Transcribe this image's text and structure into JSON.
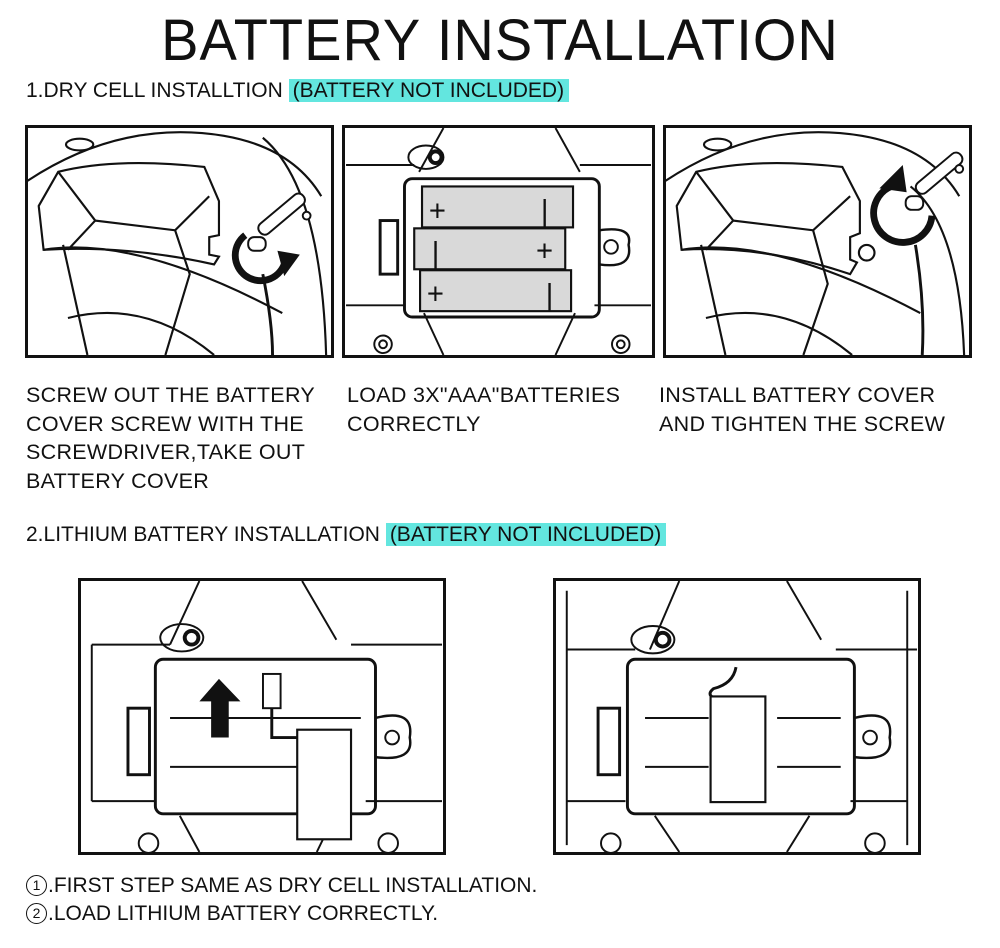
{
  "title": "BATTERY INSTALLATION",
  "section1": {
    "heading": "1.DRY CELL INSTALLTION",
    "highlight": "(BATTERY NOT INCLUDED)",
    "steps": [
      {
        "caption": "SCREW OUT THE BATTERY\nCOVER SCREW WITH THE\nSCREWDRIVER,TAKE OUT\nBATTERY COVER",
        "illustration": "screw-out-cover"
      },
      {
        "caption": "LOAD 3X\"AAA\"BATTERIES\nCORRECTLY",
        "illustration": "aaa-batteries-loaded",
        "polarity": [
          "+",
          "I",
          "I",
          "+",
          "+",
          "I"
        ]
      },
      {
        "caption": "INSTALL BATTERY COVER\nAND TIGHTEN THE SCREW",
        "illustration": "tighten-cover"
      }
    ]
  },
  "section2": {
    "heading": "2.LITHIUM BATTERY INSTALLATION",
    "highlight": "(BATTERY NOT INCLUDED)",
    "illustrations": [
      "lithium-battery-insert",
      "lithium-battery-loaded"
    ],
    "notes": [
      {
        "marker": "1",
        "text": ".FIRST STEP SAME AS DRY CELL INSTALLATION."
      },
      {
        "marker": "2",
        "text": ".LOAD LITHIUM BATTERY CORRECTLY."
      }
    ]
  },
  "colors": {
    "highlight": "#63e6df",
    "ink": "#111111",
    "battery_fill": "#d9d9d9"
  }
}
